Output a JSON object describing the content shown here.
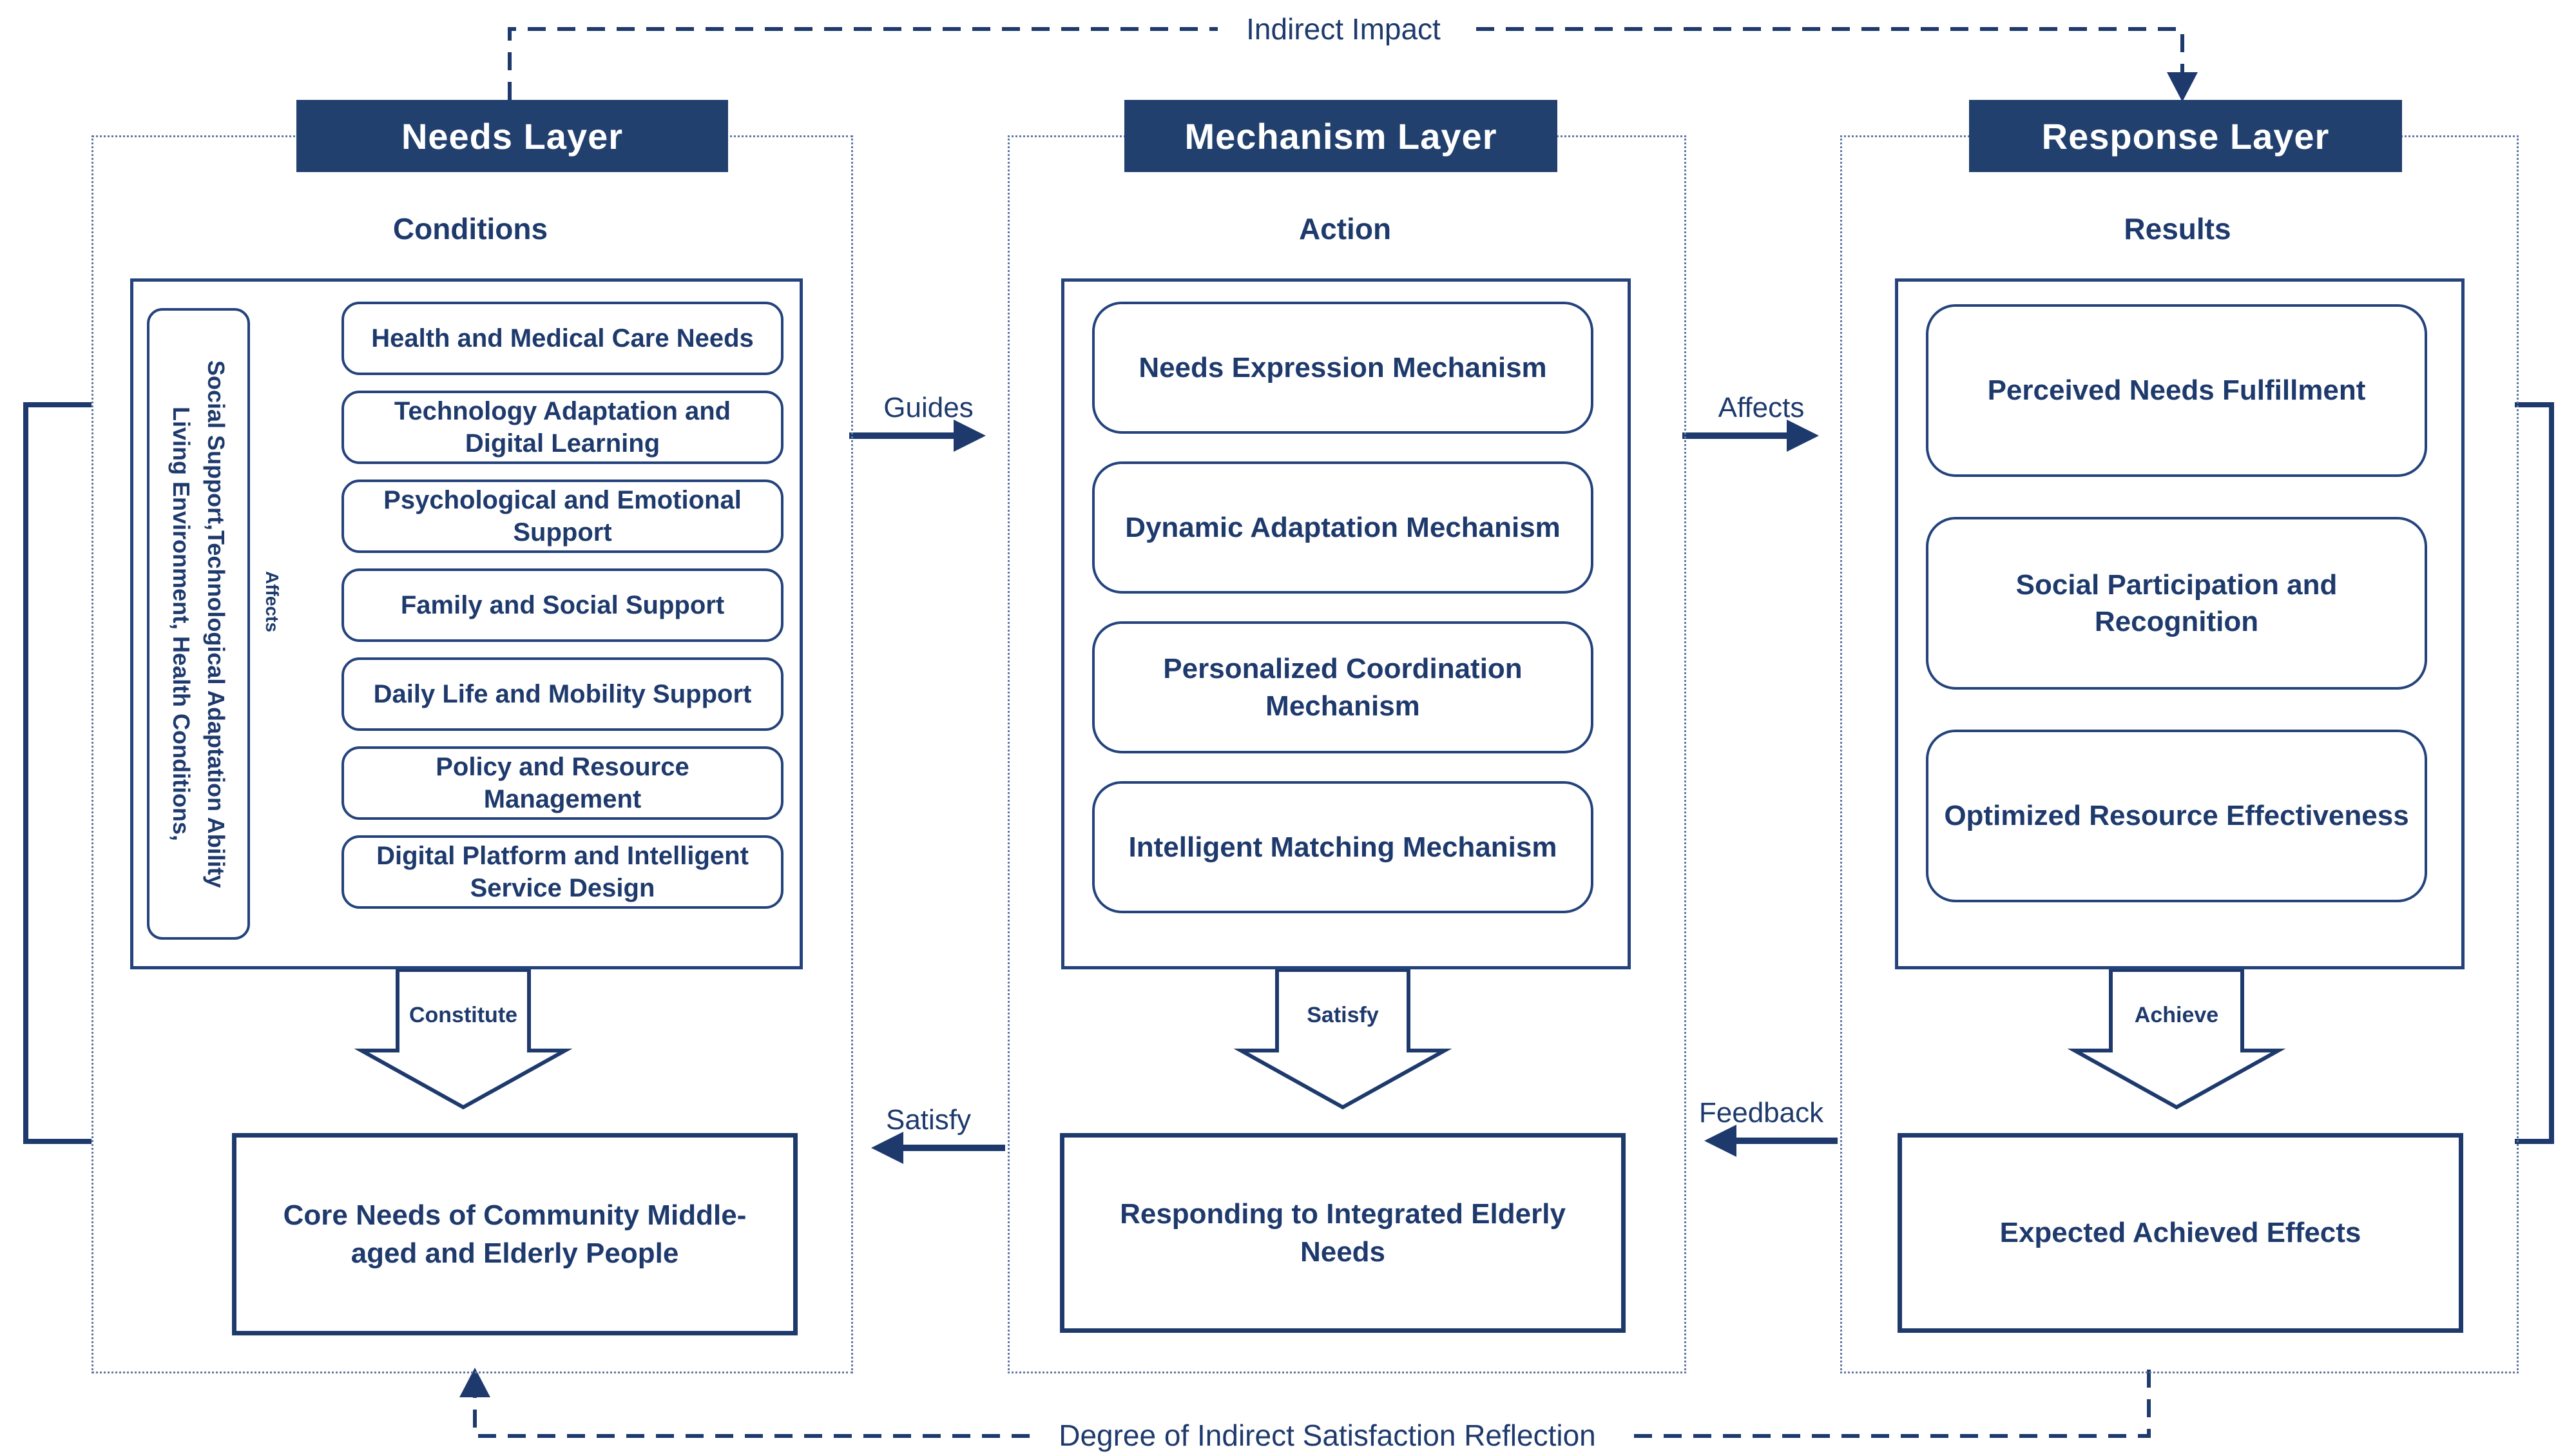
{
  "colors": {
    "navy_text": "#1e3a6d",
    "header_bg": "#21406e",
    "box_border": "#24437c",
    "dotted_border": "#6077a6"
  },
  "top_flow": {
    "label": "Indirect Impact"
  },
  "bottom_flow": {
    "label": "Degree of Indirect Satisfaction Reflection"
  },
  "arrows": {
    "guides": "Guides",
    "affects_mid": "Affects",
    "satisfy_left": "Satisfy",
    "feedback": "Feedback",
    "affects_small": "Affects"
  },
  "needs": {
    "title": "Needs Layer",
    "subtitle": "Conditions",
    "side_text_line1": "Social Support,Technological Adaptation Ability",
    "side_text_line2": "Living Environment, Health Conditions,",
    "items": [
      "Health and Medical Care Needs",
      "Technology Adaptation and Digital Learning",
      "Psychological and Emotional Support",
      "Family and Social Support",
      "Daily Life and Mobility Support",
      "Policy and Resource Management",
      "Digital Platform and Intelligent Service Design"
    ],
    "big_arrow_label": "Constitute",
    "bottom_box": "Core Needs of Community Middle-aged and Elderly People"
  },
  "mechanism": {
    "title": "Mechanism Layer",
    "subtitle": "Action",
    "items": [
      "Needs Expression Mechanism",
      "Dynamic Adaptation Mechanism",
      "Personalized Coordination Mechanism",
      "Intelligent Matching Mechanism"
    ],
    "big_arrow_label": "Satisfy",
    "bottom_box": "Responding to Integrated Elderly Needs"
  },
  "response": {
    "title": "Response Layer",
    "subtitle": "Results",
    "items": [
      "Perceived Needs Fulfillment",
      "Social Participation and Recognition",
      "Optimized Resource Effectiveness"
    ],
    "big_arrow_label": "Achieve",
    "bottom_box": "Expected Achieved Effects"
  }
}
